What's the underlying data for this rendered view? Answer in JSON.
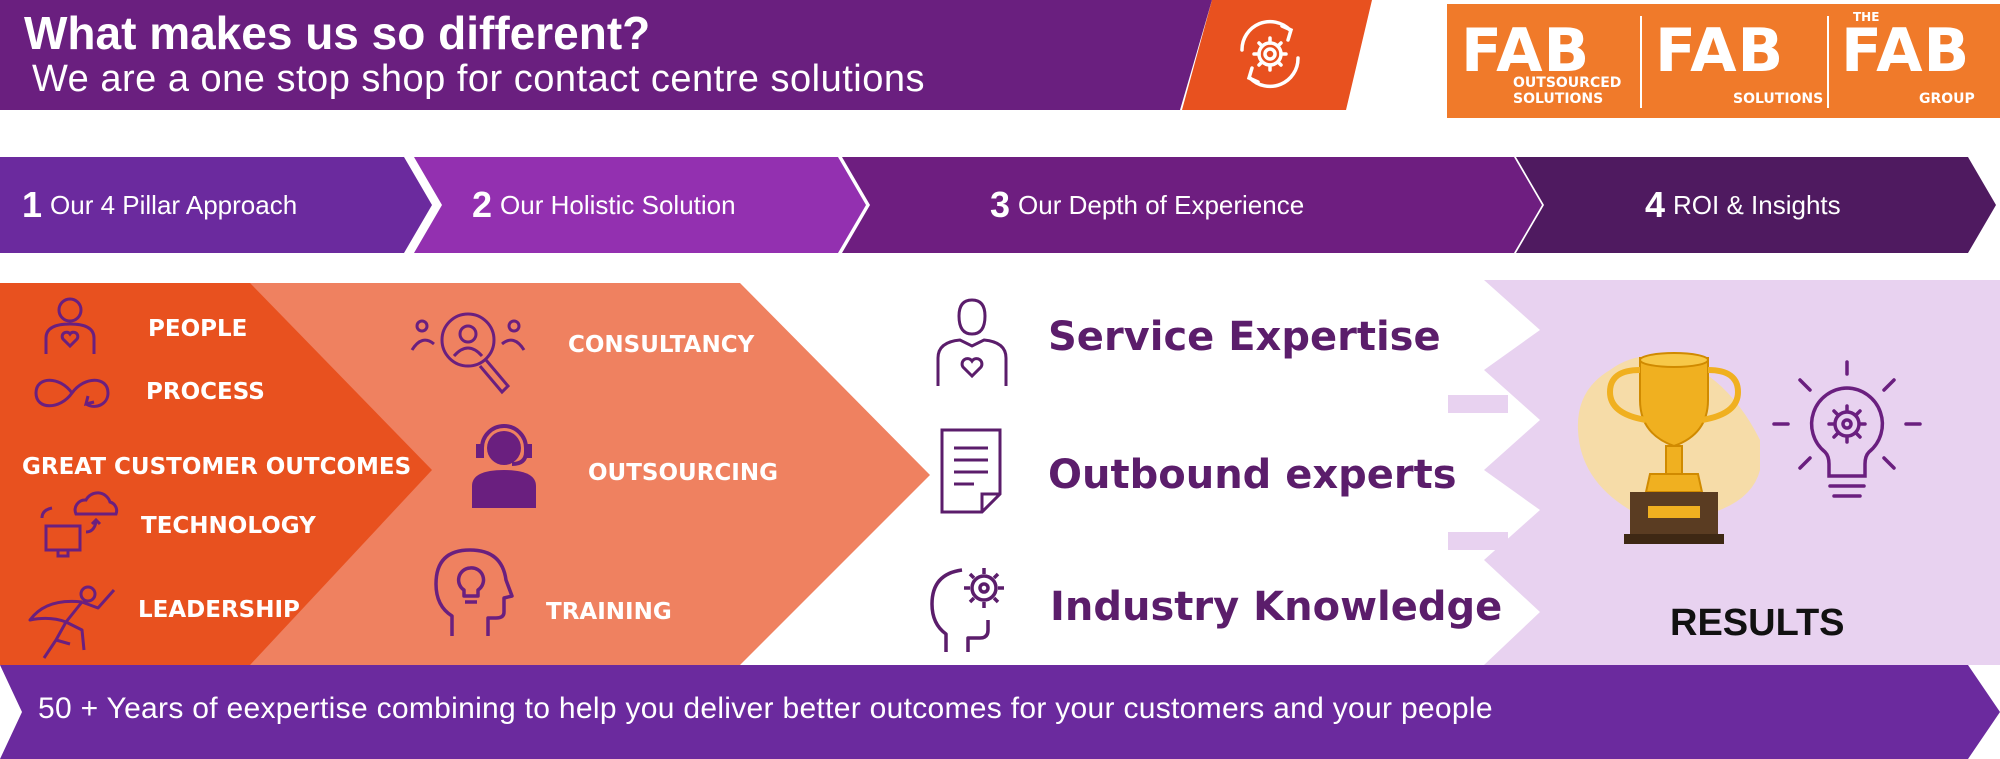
{
  "header": {
    "title": "What makes us so different?",
    "subtitle": "We are a one stop shop for contact centre solutions"
  },
  "logos": [
    {
      "wordmark": "FAB",
      "tagline_1": "OUTSOURCED",
      "tagline_2": "SOLUTIONS"
    },
    {
      "wordmark": "FAB",
      "tagline_1": "",
      "tagline_2": "SOLUTIONS"
    },
    {
      "prefix": "THE",
      "wordmark": "FAB",
      "tagline_2": "GROUP"
    }
  ],
  "steps": [
    {
      "number": "1",
      "label": "Our 4 Pillar Approach"
    },
    {
      "number": "2",
      "label": "Our Holistic Solution"
    },
    {
      "number": "3",
      "label": "Our Depth of Experience"
    },
    {
      "number": "4",
      "label": "ROI & Insights"
    }
  ],
  "pillars": {
    "items": [
      "PEOPLE",
      "PROCESS",
      "GREAT CUSTOMER OUTCOMES",
      "TECHNOLOGY",
      "LEADERSHIP"
    ]
  },
  "solutions": {
    "items": [
      "CONSULTANCY",
      "OUTSOURCING",
      "TRAINING"
    ]
  },
  "experience": {
    "items": [
      "Service Expertise",
      "Outbound experts",
      "Industry Knowledge"
    ]
  },
  "results": {
    "label": "RESULTS"
  },
  "footer": {
    "text": "50 + Years of eexpertise combining to help you deliver better outcomes for your customers and your people"
  },
  "colors": {
    "deep_purple": "#6a1f7f",
    "step1_purple": "#6b2a9e",
    "step2_magenta": "#9330b0",
    "step3_purple": "#6e1e80",
    "step4_dark": "#4f1a60",
    "orange": "#e8511f",
    "light_orange": "#ef8160",
    "light_lavender": "#e8d2f0",
    "icon_purple": "#5b1d6b",
    "trophy_gold": "#f0b020"
  },
  "icons": [
    "gear-refresh-icon",
    "person-heart-icon",
    "infinity-arrow-icon",
    "cloud-computer-icon",
    "superhero-icon",
    "magnifier-people-icon",
    "headset-agent-icon",
    "head-bulb-icon",
    "document-icon",
    "head-gear-icon",
    "trophy-icon",
    "lightbulb-gear-icon"
  ]
}
